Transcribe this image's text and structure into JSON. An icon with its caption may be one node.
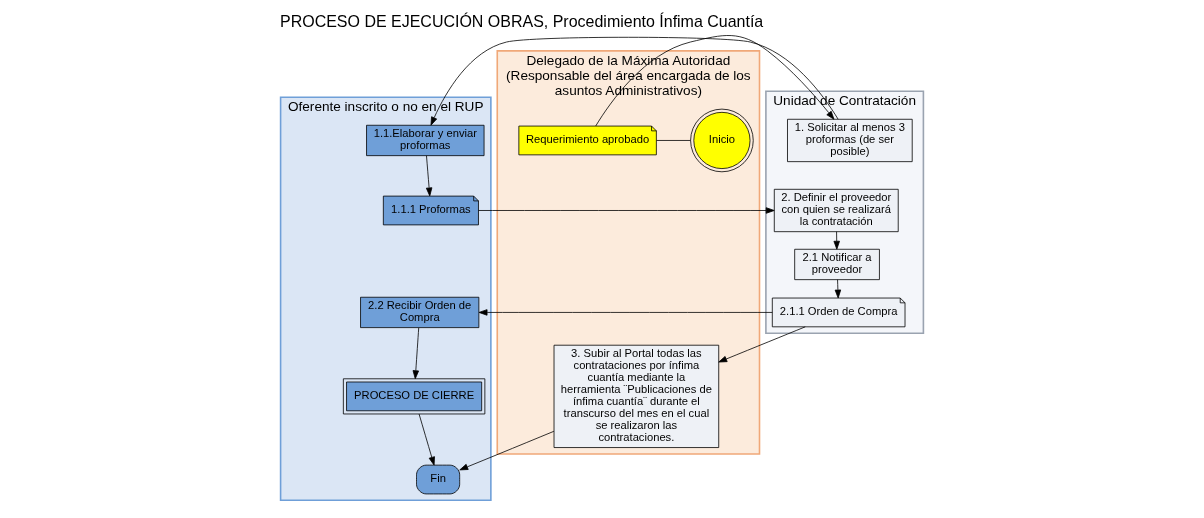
{
  "diagram": {
    "title": "PROCESO DE EJECUCIÓN OBRAS, Procedimiento Ínfima Cuantía",
    "nodes": [
      {
        "text": [
          "Oferente inscrito o no en el RUP"
        ]
      },
      {
        "text": [
          "Unidad de Contratación"
        ]
      },
      {
        "text": [
          "Delegado de la Máxima Autoridad (Responsable del área encargada de los asuntos Administrativos)"
        ]
      },
      {
        "text": [
          "Inicio"
        ],
        "in": 2
      },
      {
        "text": [
          "Requerimiento aprobado"
        ],
        "in": 2
      },
      {
        "text": [
          "1. Solicitar al menos 3 proformas (de ser posible)"
        ],
        "in": 1
      },
      {
        "text": [
          "1.1.Elaborar y enviar proformas"
        ],
        "in": 0
      },
      {
        "text": [
          "1.1.1 Proformas"
        ],
        "in": 0
      },
      {
        "text": [
          "2. Definir el proveedor con quien se realizará la contratación"
        ],
        "in": 1
      },
      {
        "text": [
          "2.1 Notificar a proveedor"
        ],
        "in": 1
      },
      {
        "text": [
          "2.1.1 Orden de Compra"
        ],
        "in": 1
      },
      {
        "text": [
          "2.2 Recibir Orden de Compra"
        ],
        "in": 0
      },
      {
        "text": [
          "3. Subir al Portal todas las contrataciones por ínfima cuantía mediante la herramienta ¨Publicaciones de ínfima cuantía¨ durante el transcurso del mes en el cual se realizaron las contrataciones."
        ],
        "in": 2
      },
      {
        "text": [
          "PROCESO DE CIERRE"
        ],
        "in": 0
      },
      {
        "text": [
          "Fin"
        ],
        "in": 0
      }
    ],
    "edges": [
      {
        "from": 3,
        "to": 4,
        "arrow": "none"
      },
      {
        "from": 4,
        "to": 5,
        "arrow": "to"
      },
      {
        "from": 5,
        "to": 6,
        "arrow": "to"
      },
      {
        "from": 6,
        "to": 7,
        "arrow": "to"
      },
      {
        "from": 7,
        "to": 8,
        "arrow": "to"
      },
      {
        "from": 8,
        "to": 9,
        "arrow": "to"
      },
      {
        "from": 9,
        "to": 10,
        "arrow": "to"
      },
      {
        "from": 10,
        "to": 11,
        "arrow": "to"
      },
      {
        "from": 10,
        "to": 12,
        "arrow": "to"
      },
      {
        "from": 11,
        "to": 13,
        "arrow": "to"
      },
      {
        "from": 13,
        "to": 14,
        "arrow": "to"
      },
      {
        "from": 12,
        "to": 14,
        "arrow": "to"
      }
    ]
  }
}
